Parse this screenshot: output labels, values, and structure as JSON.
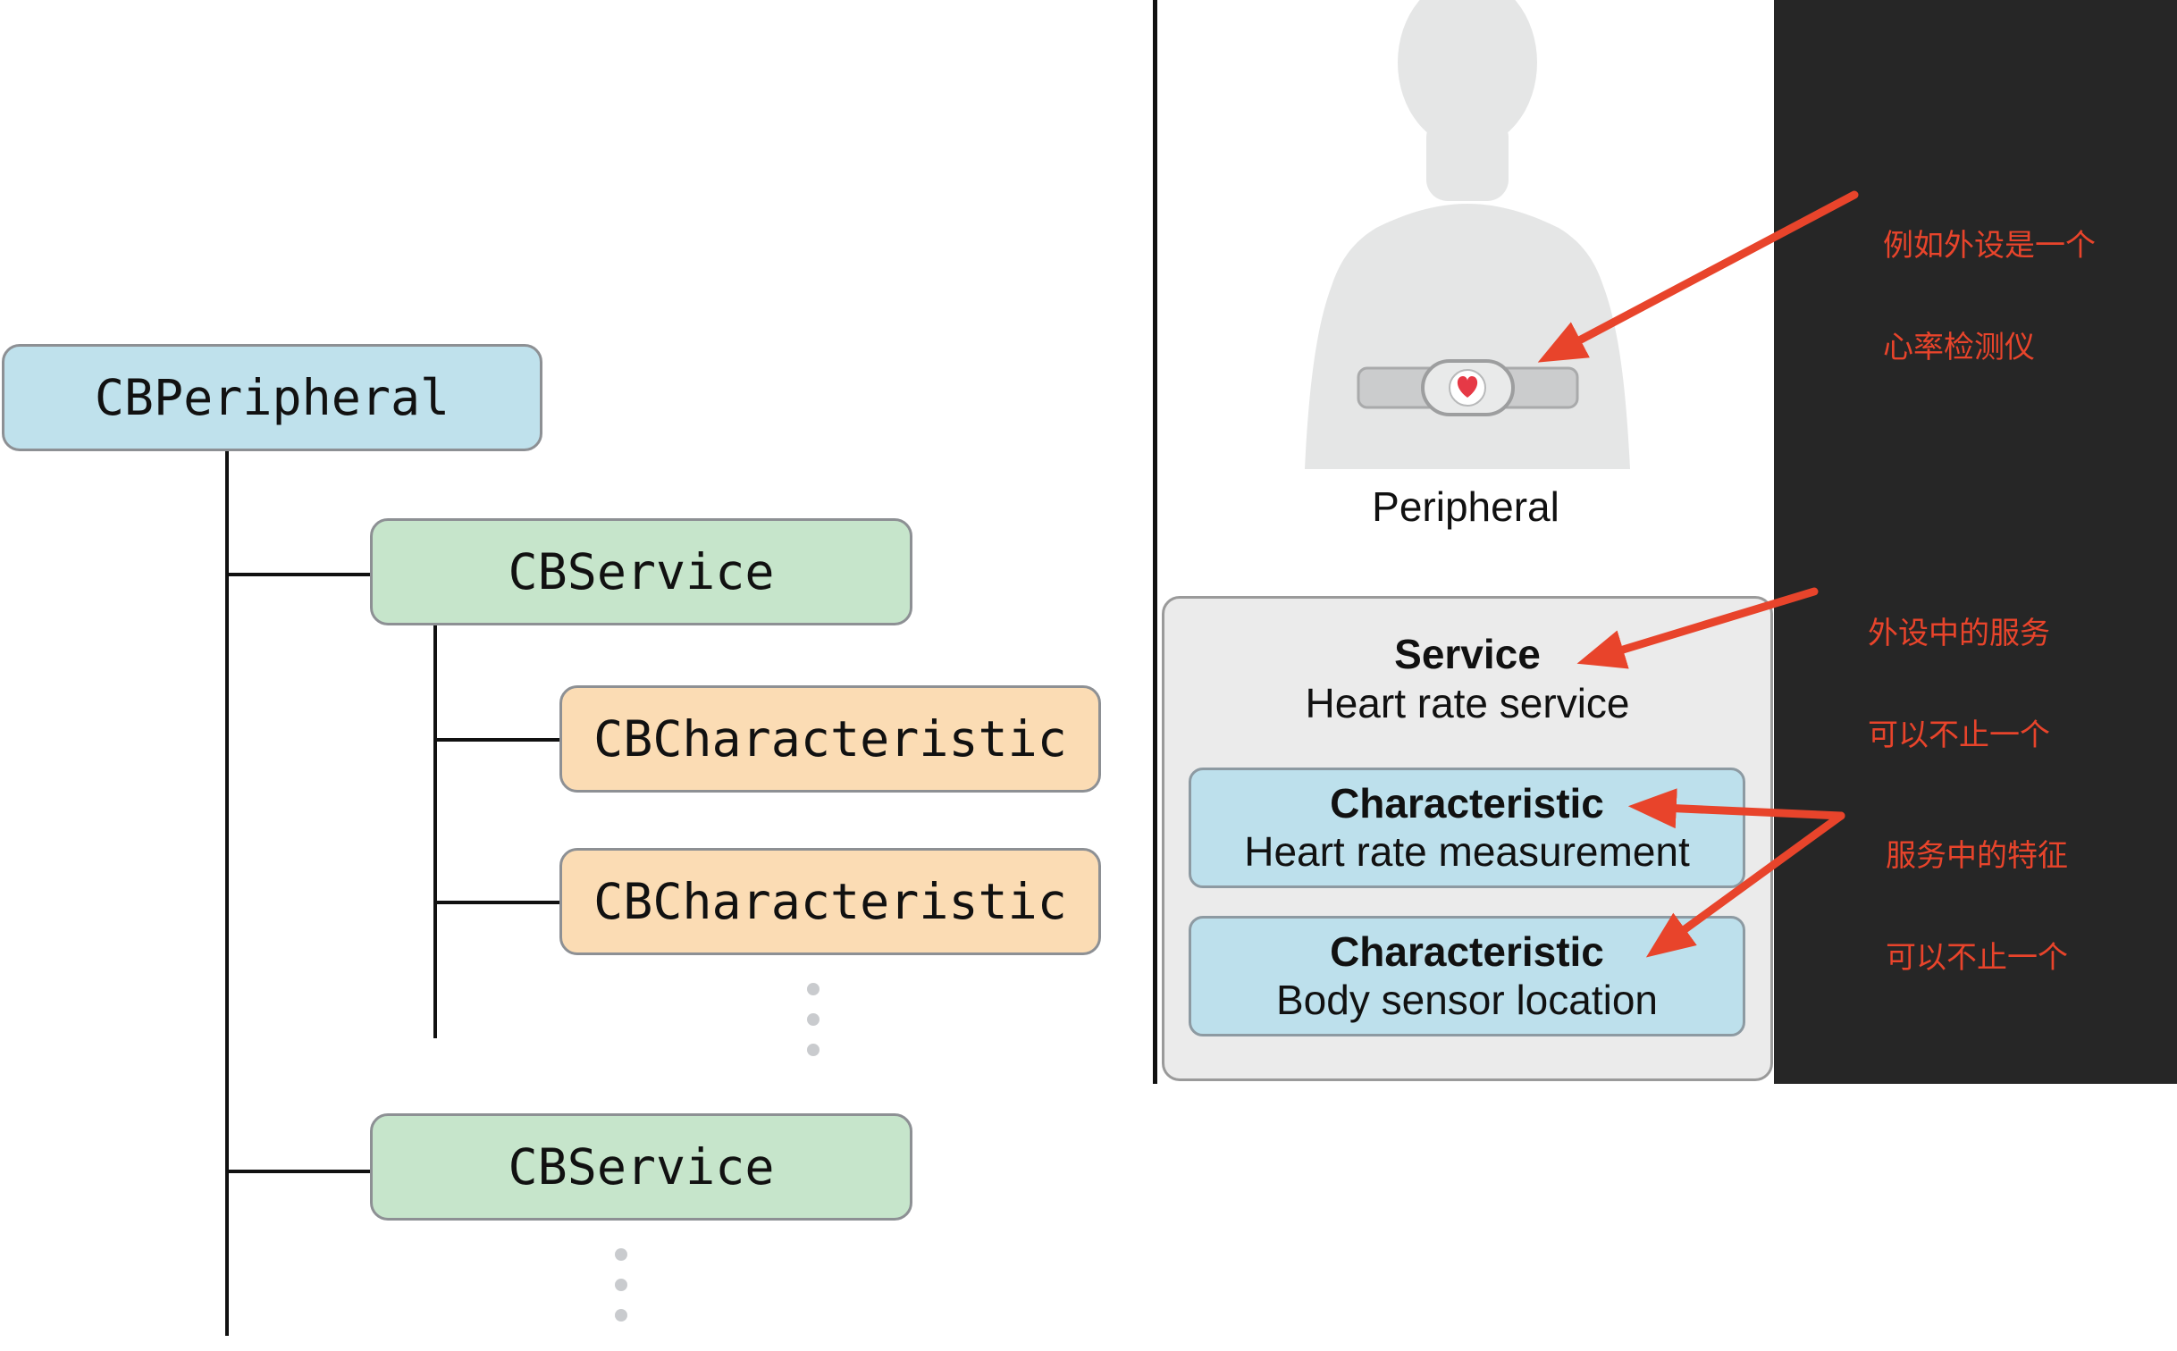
{
  "tree": {
    "peripheral": "CBPeripheral",
    "service_1": "CBService",
    "characteristic_1": "CBCharacteristic",
    "characteristic_2": "CBCharacteristic",
    "service_2": "CBService"
  },
  "illustration": {
    "peripheral_label": "Peripheral",
    "service_title": "Service",
    "service_name": "Heart rate service",
    "characteristics": [
      {
        "title": "Characteristic",
        "name": "Heart rate measurement"
      },
      {
        "title": "Characteristic",
        "name": "Body sensor location"
      }
    ]
  },
  "annotations": {
    "peripheral_note": [
      "例如外设是一个",
      "心率检测仪"
    ],
    "service_note": [
      "外设中的服务",
      "可以不止一个"
    ],
    "characteristic_note": [
      "服务中的特征",
      "可以不止一个"
    ]
  },
  "colors": {
    "peripheral_fill": "#bfe1ec",
    "service_fill": "#c6e5cb",
    "characteristic_fill": "#fbdcb4",
    "annotation_red": "#e8442b",
    "dark_background": "#262626"
  }
}
